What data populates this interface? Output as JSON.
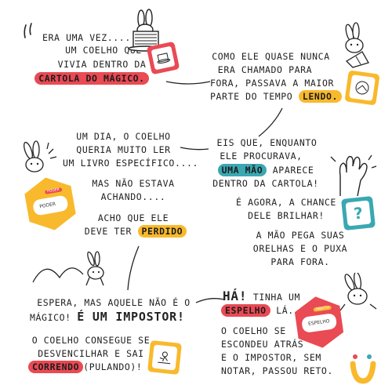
{
  "story": {
    "p1": {
      "line1": "ERA UMA VEZ....",
      "line2": "UM COELHO QUE",
      "line3": "VIVIA DENTRO DA",
      "highlight": "CARTOLA DO MÁGICO."
    },
    "p2": {
      "line1": "COMO ELE QUASE NUNCA",
      "line2": "ERA CHAMADO PARA",
      "line3": "FORA, PASSAVA A MAIOR",
      "line4_pre": "PARTE DO TEMPO",
      "highlight": "LENDO."
    },
    "p3": {
      "line1": "UM DIA, O COELHO",
      "line2": "QUERIA MUITO LER",
      "line3": "UM LIVRO ESPECÍFICO...."
    },
    "p4": {
      "line1": "MAS NÃO ESTAVA",
      "line2": "ACHANDO...."
    },
    "p5": {
      "line1": "ACHO QUE ELE",
      "line2_pre": "DEVE TER",
      "highlight": "PERDIDO"
    },
    "p6": {
      "line1": "EIS QUE, ENQUANTO",
      "line2": "ELE PROCURAVA,",
      "highlight": "UMA MÃO",
      "line3_post": "APARECE",
      "line4": "DENTRO DA CARTOLA!"
    },
    "p7": {
      "line1": "É AGORA, A CHANCE",
      "line2": "DELE BRILHAR!"
    },
    "p8": {
      "line1": "A MÃO PEGA SUAS",
      "line2": "ORELHAS E O PUXA",
      "line3": "PARA FORA."
    },
    "p9": {
      "line1": "ESPERA, MAS AQUELE NÃO É O",
      "line2_pre": "MÁGICO!",
      "line2_big": "É UM IMPOSTOR!"
    },
    "p10": {
      "line1": "O COELHO CONSEGUE SE",
      "line2": "DESVENCILHAR E SAI",
      "highlight": "CORRENDO",
      "line3_post": "(PULANDO)!"
    },
    "p11": {
      "big": "HÁ!",
      "line1_post": "TINHA UM",
      "highlight": "ESPELHO",
      "line2_post": "LÁ."
    },
    "p12": {
      "line1": "O COELHO SE",
      "line2": "ESCONDEU ATRÁS",
      "line3": "E O IMPOSTOR, SEM",
      "line4": "NOTAR, PASSOU RETO."
    }
  },
  "cards": {
    "poder": {
      "label": "PODER",
      "tag": "PODER"
    },
    "espelho": {
      "label": "ESPELHO",
      "tag": "OBJETO"
    },
    "question": "?"
  },
  "colors": {
    "red": "#e94a54",
    "yellow": "#f9b92c",
    "teal": "#3aa8b2"
  },
  "icons": [
    "rabbit-in-hat-icon",
    "hat-card-icon",
    "reading-rabbit-icon",
    "book-card-icon",
    "worried-rabbit-icon",
    "hand-icon",
    "question-card-icon",
    "jumping-rabbit-icon",
    "peeking-rabbit-icon",
    "running-card-icon",
    "brand-logo-icon"
  ]
}
